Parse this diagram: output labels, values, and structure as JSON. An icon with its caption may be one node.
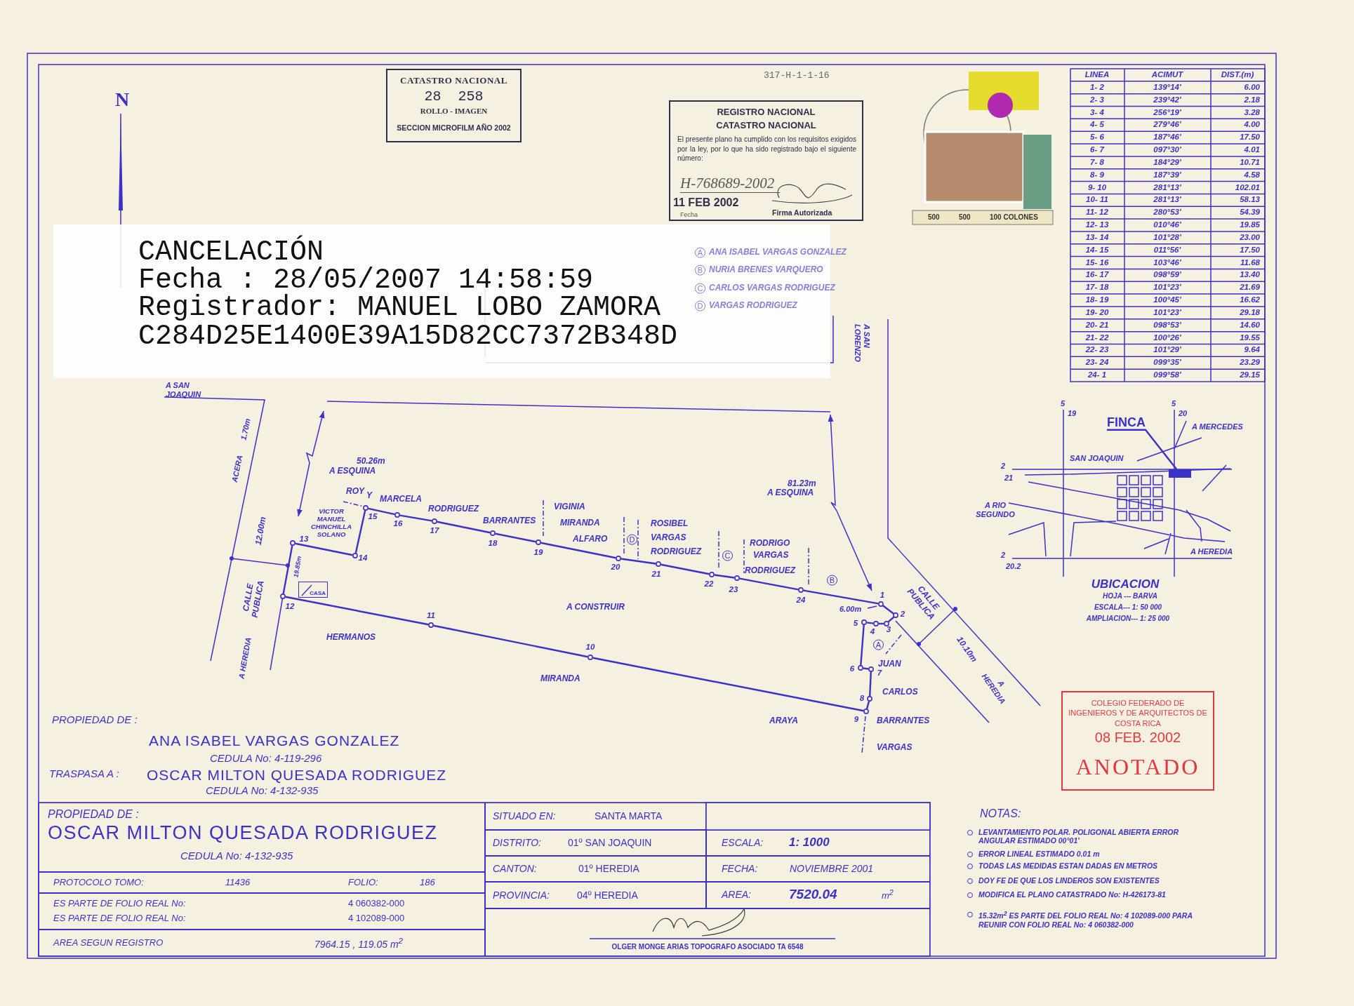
{
  "diagram": {
    "nodes": [
      {
        "text": [
          "CATASTRO NACIONAL",
          "28 258",
          "ROLLO - IMAGEN",
          "SECCION MICROFILM AÑO 2002"
        ]
      },
      {
        "text": [
          "REGISTRO NACIONAL CATASTRO NACIONAL",
          "El presente plano ha cumplido con los requisitos exigidos por la ley, por lo que ha sido registrado bajo el siguiente número:",
          "H-768689-2002",
          "11 FEB 2002",
          "Fecha",
          "Firma Autorizada"
        ]
      },
      {
        "text": [
          "CANCELACIÓN",
          "Fecha : 28/05/2007 14:58:59",
          "Registrador: MANUEL LOBO ZAMORA",
          "C284D25E1400E39A15D82CC7372B348D"
        ]
      },
      {
        "text": [
          "COLEGIO FEDERADO DE INGENIEROS Y DE ARQUITECTOS DE COSTA RICA",
          "08 FEB. 2002",
          "ANOTADO"
        ]
      },
      {
        "text": [
          "CASA"
        ]
      },
      {
        "text": [],
        "shape": "circle",
        "beside": [
          "1"
        ]
      },
      {
        "text": [],
        "shape": "circle",
        "beside": [
          "2"
        ]
      },
      {
        "text": [],
        "shape": "circle",
        "beside": [
          "3"
        ]
      },
      {
        "text": [],
        "shape": "circle",
        "beside": [
          "4"
        ]
      },
      {
        "text": [],
        "shape": "circle",
        "beside": [
          "5"
        ]
      },
      {
        "text": [],
        "shape": "circle",
        "beside": [
          "6"
        ]
      },
      {
        "text": [],
        "shape": "circle",
        "beside": [
          "7"
        ]
      },
      {
        "text": [],
        "shape": "circle",
        "beside": [
          "8"
        ]
      },
      {
        "text": [],
        "shape": "circle",
        "beside": [
          "9"
        ]
      },
      {
        "text": [],
        "shape": "circle",
        "beside": [
          "10"
        ]
      },
      {
        "text": [],
        "shape": "circle",
        "beside": [
          "11"
        ]
      },
      {
        "text": [],
        "shape": "circle",
        "beside": [
          "12"
        ]
      },
      {
        "text": [],
        "shape": "circle",
        "beside": [
          "13"
        ]
      },
      {
        "text": [],
        "shape": "circle",
        "beside": [
          "14"
        ]
      },
      {
        "text": [],
        "shape": "circle",
        "beside": [
          "15"
        ]
      },
      {
        "text": [],
        "shape": "circle",
        "beside": [
          "16"
        ]
      },
      {
        "text": [],
        "shape": "circle",
        "beside": [
          "17"
        ]
      },
      {
        "text": [],
        "shape": "circle",
        "beside": [
          "18"
        ]
      },
      {
        "text": [],
        "shape": "circle",
        "beside": [
          "19"
        ]
      },
      {
        "text": [],
        "shape": "circle",
        "beside": [
          "20"
        ]
      },
      {
        "text": [],
        "shape": "circle",
        "beside": [
          "21"
        ]
      },
      {
        "text": [],
        "shape": "circle",
        "beside": [
          "22"
        ]
      },
      {
        "text": [],
        "shape": "circle",
        "beside": [
          "23"
        ]
      },
      {
        "text": [],
        "shape": "circle",
        "beside": [
          "24"
        ]
      },
      {
        "text": [
          "FINCA"
        ]
      },
      {
        "text": [],
        "shape": "bar"
      },
      {
        "text": [
          "PROPIEDAD DE :",
          "OSCAR MILTON QUESADA RODRIGUEZ",
          "CEDULA No: 4-132-935"
        ]
      },
      {
        "text": [
          "PROTOCOLO TOMO:",
          "11436",
          "FOLIO:",
          "186"
        ]
      },
      {
        "text": [
          "ES PARTE DE FOLIO REAL No:",
          "4 060382-000",
          "ES PARTE DE FOLIO REAL No:",
          "4 102089-000"
        ]
      },
      {
        "text": [
          "AREA SEGUN REGISTRO",
          "7964.15 , 119.05 m$^{2}$"
        ]
      },
      {
        "text": [
          "SITUADO EN:",
          "SANTA MARTA"
        ]
      },
      {
        "text": [
          "DISTRITO:",
          "01º SAN JOAQUIN"
        ]
      },
      {
        "text": [
          "CANTON:",
          "01º HEREDIA"
        ]
      },
      {
        "text": [
          "PROVINCIA:",
          "04º HEREDIA"
        ]
      },
      {
        "text": [
          "ESCALA:",
          "1: 1000"
        ]
      },
      {
        "text": [
          "FECHA:",
          "NOVIEMBRE 2001"
        ]
      },
      {
        "text": [
          "AREA:",
          "7520.04",
          "m$^{2}$"
        ]
      },
      {
        "text": [
          "OLGER MONGE ARIAS TOPOGRAFO ASOCIADO TA 6548"
        ]
      }
    ],
    "edges": [
      {
        "from": 5,
        "to": 6,
        "arrow": "none"
      },
      {
        "from": 6,
        "to": 7,
        "arrow": "none"
      },
      {
        "from": 7,
        "to": 8,
        "arrow": "none"
      },
      {
        "from": 8,
        "to": 9,
        "arrow": "none"
      },
      {
        "from": 9,
        "to": 10,
        "arrow": "none"
      },
      {
        "from": 10,
        "to": 11,
        "arrow": "none"
      },
      {
        "from": 11,
        "to": 12,
        "arrow": "none"
      },
      {
        "from": 12,
        "to": 13,
        "arrow": "none"
      },
      {
        "from": 13,
        "to": 14,
        "arrow": "none"
      },
      {
        "from": 14,
        "to": 15,
        "arrow": "none"
      },
      {
        "from": 15,
        "to": 16,
        "arrow": "none"
      },
      {
        "from": 16,
        "to": 17,
        "arrow": "none"
      },
      {
        "from": 17,
        "to": 18,
        "arrow": "none"
      },
      {
        "from": 18,
        "to": 19,
        "arrow": "none"
      },
      {
        "from": 19,
        "to": 20,
        "arrow": "none"
      },
      {
        "from": 20,
        "to": 21,
        "arrow": "none"
      },
      {
        "from": 21,
        "to": 22,
        "arrow": "none"
      },
      {
        "from": 22,
        "to": 23,
        "arrow": "none"
      },
      {
        "from": 23,
        "to": 24,
        "arrow": "none"
      },
      {
        "from": 24,
        "to": 25,
        "arrow": "none"
      },
      {
        "from": 25,
        "to": 26,
        "arrow": "none"
      },
      {
        "from": 26,
        "to": 27,
        "arrow": "none"
      },
      {
        "from": 27,
        "to": 28,
        "arrow": "none"
      },
      {
        "from": 28,
        "to": 5,
        "arrow": "none"
      },
      {
        "from": 29,
        "to": 30,
        "arrow": "none"
      }
    ],
    "labels": [
      "N",
      "317-H-1-1-16",
      "500",
      "500",
      "100 COLONES",
      "LINEA",
      "ACIMUT",
      "DIST.(m)",
      "1- 2",
      "139°14'",
      "6.00",
      "2- 3",
      "239°42'",
      "2.18",
      "3- 4",
      "256°19'",
      "3.28",
      "4- 5",
      "279°46'",
      "4.00",
      "5- 6",
      "187°46'",
      "17.50",
      "6- 7",
      "097°30'",
      "4.01",
      "7- 8",
      "184°29'",
      "10.71",
      "8- 9",
      "187°39'",
      "4.58",
      "9- 10",
      "281°13'",
      "102.01",
      "10- 11",
      "281°13'",
      "58.13",
      "11- 12",
      "280°53'",
      "54.39",
      "12- 13",
      "010°46'",
      "19.85",
      "13- 14",
      "101°28'",
      "23.00",
      "14- 15",
      "011°56'",
      "17.50",
      "15- 16",
      "103°46'",
      "11.68",
      "16- 17",
      "098°59'",
      "13.40",
      "17- 18",
      "101°23'",
      "21.69",
      "18- 19",
      "100°45'",
      "16.62",
      "19- 20",
      "101°23'",
      "29.18",
      "20- 21",
      "098°53'",
      "14.60",
      "21- 22",
      "100°26'",
      "19.55",
      "22- 23",
      "101°29'",
      "9.64",
      "23- 24",
      "099°35'",
      "23.29",
      "24- 1",
      "099°58'",
      "29.15",
      "A",
      "ANA ISABEL VARGAS GONZALEZ",
      "B",
      "NURIA BRENES VARQUERO",
      "C",
      "CARLOS VARGAS RODRIGUEZ",
      "D",
      "VARGAS RODRIGUEZ",
      "A SAN LORENZO",
      "A SAN JOAQUIN",
      "ACERA",
      "1.70m",
      "50.26m",
      "A ESQUINA",
      "81.23m",
      "A ESQUINA",
      "12.00m",
      "19.85m",
      "CALLE PUBLICA",
      "A HEREDIA",
      "VICTOR MANUEL CHINCHILLA SOLANO",
      "ROY",
      "Y",
      "MARCELA",
      "RODRIGUEZ",
      "BARRANTES",
      "VIGINIA",
      "MIRANDA",
      "ALFARO",
      "D",
      "ROSIBEL",
      "VARGAS",
      "RODRIGUEZ",
      "C",
      "RODRIGO",
      "VARGAS",
      "RODRIGUEZ",
      "B",
      "A CONSTRUIR",
      "HERMANOS",
      "MIRANDA",
      "ARAYA",
      "6.00m",
      "A",
      "JUAN",
      "CARLOS",
      "BARRANTES",
      "VARGAS",
      "CALLE PUBLICA",
      "10.10m",
      "A HEREDIA",
      "5",
      "19",
      "5",
      "20",
      "2",
      "21",
      "2",
      "20.2",
      "A MERCEDES",
      "SAN JOAQUIN",
      "A RIO SEGUNDO",
      "A HEREDIA",
      "UBICACION",
      "HOJA --- BARVA",
      "ESCALA--- 1: 50 000",
      "AMPLIACION--- 1: 25 000",
      "PROPIEDAD DE :",
      "ANA ISABEL VARGAS GONZALEZ",
      "CEDULA No: 4-119-296",
      "TRASPASA A :",
      "OSCAR MILTON QUESADA RODRIGUEZ",
      "CEDULA No: 4-132-935",
      "NOTAS:",
      "LEVANTAMIENTO POLAR. POLIGONAL ABIERTA ERROR ANGULAR ESTIMADO 00°01'",
      "ERROR LINEAL ESTIMADO 0.01 m",
      "TODAS LAS MEDIDAS ESTAN DADAS EN METROS",
      "DOY FE DE QUE LOS LINDEROS SON EXISTENTES",
      "MODIFICA EL PLANO CATASTRADO No: H-426173-81",
      "15.32m$^{2}$ ES PARTE DEL FOLIO REAL No: 4 102089-000 PARA REUNIR CON FOLIO REAL No: 4 060382-000"
    ]
  }
}
